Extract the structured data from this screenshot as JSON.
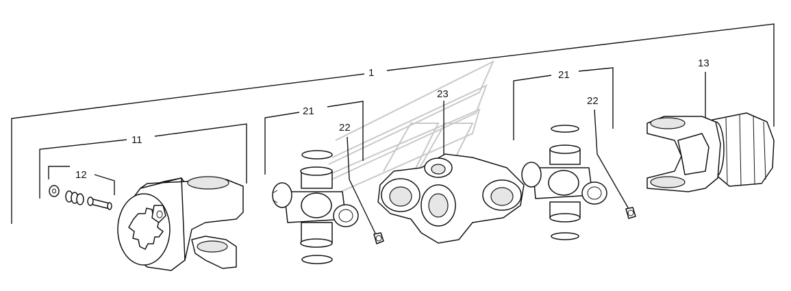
{
  "colors": {
    "ink": "#111111",
    "watermark": "#c8c8c8",
    "background": "#ffffff"
  },
  "callouts": {
    "assembly": "1",
    "yoke_left": "11",
    "pin_kit": "12",
    "yoke_right": "13",
    "cross_kit_left": "21",
    "grease_nipple_left": "22",
    "cross_kit_right": "21",
    "grease_nipple_right": "22",
    "center_housing": "23"
  }
}
